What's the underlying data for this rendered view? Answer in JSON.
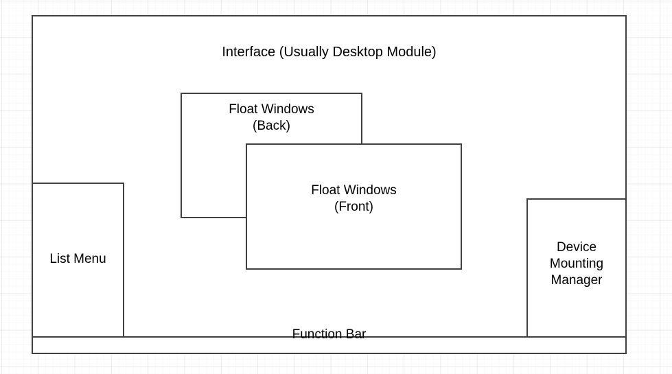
{
  "diagram": {
    "title": "Interface (Usually Desktop Module)",
    "background": "#ffffff",
    "grid_color": "#e8e8e8",
    "border_color": "#404040",
    "text_color": "#000000",
    "regions": {
      "interface": {
        "label": "Interface (Usually Desktop Module)",
        "role": "outer-container"
      },
      "list_menu": {
        "label": "List Menu",
        "role": "left-panel"
      },
      "device_mounting_manager": {
        "label": "Device\nMounting\nManager",
        "label_lines": [
          "Device",
          "Mounting",
          "Manager"
        ],
        "role": "right-panel"
      },
      "float_windows_back": {
        "label": "Float Windows\n(Back)",
        "label_lines": [
          "Float Windows",
          "(Back)"
        ],
        "role": "floating-window-back"
      },
      "float_windows_front": {
        "label": "Float Windows\n(Front)",
        "label_lines": [
          "Float Windows",
          "(Front)"
        ],
        "role": "floating-window-front"
      },
      "function_bar": {
        "label": "Function Bar",
        "role": "bottom-bar"
      }
    }
  }
}
